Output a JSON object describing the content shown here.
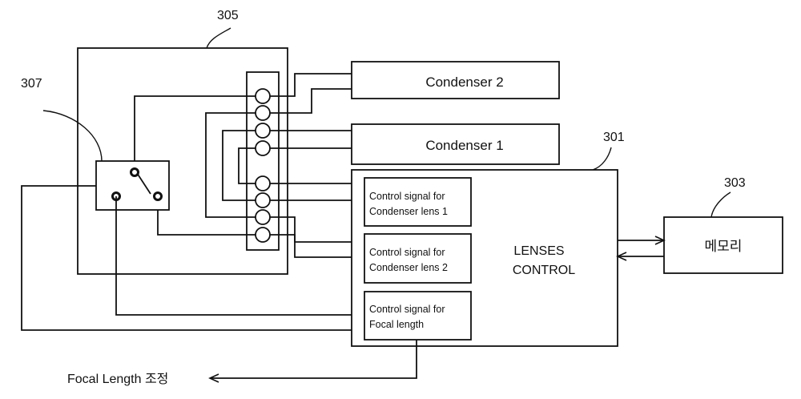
{
  "refs": {
    "connector_box": "305",
    "switch": "307",
    "controller": "301",
    "memory": "303"
  },
  "condensers": {
    "condenser2": "Condenser 2",
    "condenser1": "Condenser 1"
  },
  "controller": {
    "line1": "LENSES",
    "line2": "CONTROL",
    "signals": [
      {
        "line1": "Control signal for",
        "line2": "Condenser lens 1"
      },
      {
        "line1": "Control signal for",
        "line2": "Condenser lens 2"
      },
      {
        "line1": "Control signal for",
        "line2": "Focal length"
      }
    ]
  },
  "memory": {
    "label": "메모리"
  },
  "output": {
    "label": "Focal Length 조정"
  }
}
